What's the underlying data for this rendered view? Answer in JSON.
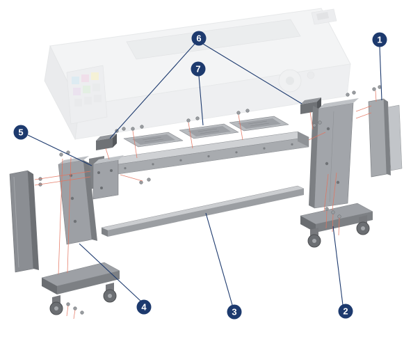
{
  "diagram": {
    "type": "exploded-parts-diagram",
    "subject": "large-format-printer-stand-assembly",
    "colors": {
      "callout_fill": "#1d3a6e",
      "callout_text": "#ffffff",
      "leader_line": "#1d3a6e",
      "alignment_line": "#e4745f",
      "part_gray": "#a2a5aa",
      "ghost_gray": "#e6e8ea"
    },
    "callouts": [
      {
        "number": "1",
        "points_to": "right-leg-cover-panels"
      },
      {
        "number": "2",
        "points_to": "right-foot-with-casters"
      },
      {
        "number": "3",
        "points_to": "cross-brace-bar"
      },
      {
        "number": "4",
        "points_to": "left-leg-and-foot-assembly"
      },
      {
        "number": "5",
        "points_to": "left-beam-bracket"
      },
      {
        "number": "6",
        "points_to": "beam-end-spacers"
      },
      {
        "number": "7",
        "points_to": "cross-beam-with-trays"
      }
    ]
  }
}
